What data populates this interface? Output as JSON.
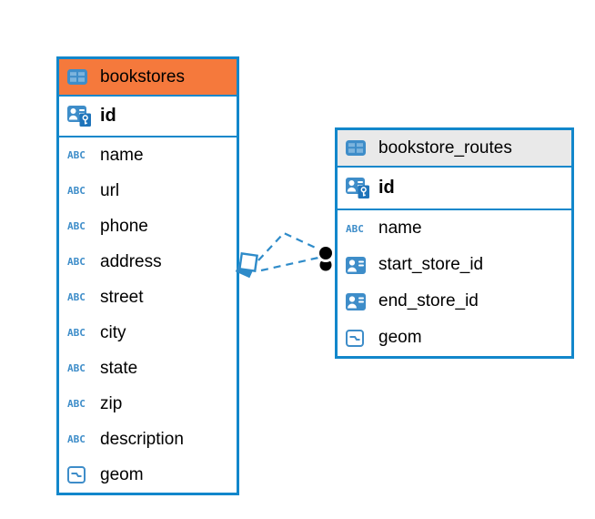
{
  "colors": {
    "border_blue": "#1287CB",
    "icon_blue": "#3E8DC9",
    "icon_blue_dark": "#1F74BA",
    "icon_cell": "#7DB4DD",
    "header_orange": "#F5793C",
    "header_gray": "#E9E9E9",
    "line_blue": "#2E8BC9",
    "text_black": "#000000",
    "canvas_bg": "#FFFFFF"
  },
  "icons": {
    "text_glyph": "ABC"
  },
  "diagram": {
    "tables": [
      {
        "name": "bookstores",
        "header_style": "orange-highlighted",
        "columns": [
          {
            "name": "id",
            "icon": "primary-key"
          },
          {
            "name": "name",
            "icon": "text"
          },
          {
            "name": "url",
            "icon": "text"
          },
          {
            "name": "phone",
            "icon": "text"
          },
          {
            "name": "address",
            "icon": "text"
          },
          {
            "name": "street",
            "icon": "text"
          },
          {
            "name": "city",
            "icon": "text"
          },
          {
            "name": "state",
            "icon": "text"
          },
          {
            "name": "zip",
            "icon": "text"
          },
          {
            "name": "description",
            "icon": "text"
          },
          {
            "name": "geom",
            "icon": "geometry"
          }
        ]
      },
      {
        "name": "bookstore_routes",
        "header_style": "gray",
        "columns": [
          {
            "name": "id",
            "icon": "primary-key"
          },
          {
            "name": "name",
            "icon": "text"
          },
          {
            "name": "start_store_id",
            "icon": "foreign-key"
          },
          {
            "name": "end_store_id",
            "icon": "foreign-key"
          },
          {
            "name": "geom",
            "icon": "geometry"
          }
        ]
      }
    ],
    "relationships": [
      {
        "from_table": "bookstores",
        "to_table": "bookstore_routes",
        "style": "dashed",
        "from_marker": "diamond",
        "to_marker": "dot"
      },
      {
        "from_table": "bookstores",
        "to_table": "bookstore_routes",
        "style": "dashed",
        "from_marker": "diamond",
        "to_marker": "dot"
      }
    ]
  }
}
